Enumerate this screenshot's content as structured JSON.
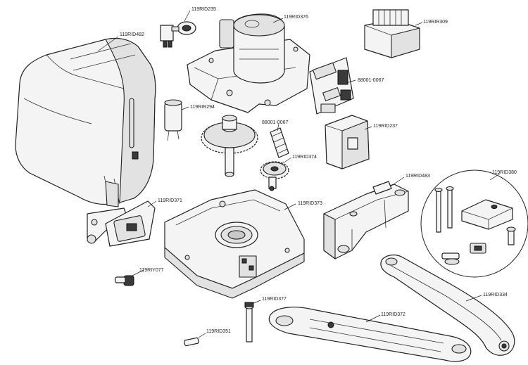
{
  "parts": [
    {
      "id": "p482",
      "code": "119RID482"
    },
    {
      "id": "p235",
      "code": "119RID235"
    },
    {
      "id": "p376",
      "code": "119RID376"
    },
    {
      "id": "p309",
      "code": "119RIR309"
    },
    {
      "id": "p0067a",
      "code": "88001-0067"
    },
    {
      "id": "p294",
      "code": "119RIR294"
    },
    {
      "id": "p0067b",
      "code": "88001-0067"
    },
    {
      "id": "p237",
      "code": "119RID237"
    },
    {
      "id": "p374",
      "code": "119RID374"
    },
    {
      "id": "p483",
      "code": "119RID483"
    },
    {
      "id": "p380",
      "code": "119RID380"
    },
    {
      "id": "p371",
      "code": "119RID371"
    },
    {
      "id": "p373",
      "code": "119RID373"
    },
    {
      "id": "p077",
      "code": "119RIY077"
    },
    {
      "id": "p334",
      "code": "119RID334"
    },
    {
      "id": "p377",
      "code": "119RID377"
    },
    {
      "id": "p372",
      "code": "119RID372"
    },
    {
      "id": "p351",
      "code": "119RID351"
    }
  ]
}
